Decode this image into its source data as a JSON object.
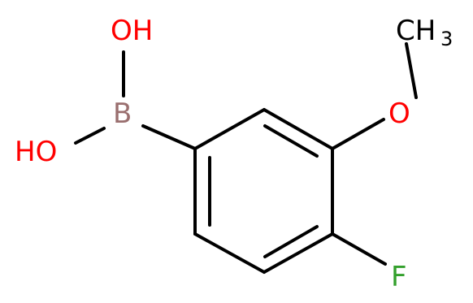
{
  "diagram": {
    "type": "skeletal-structure",
    "atoms": [
      {
        "label": "OH",
        "color": "#ff0000"
      },
      {
        "label": "HO",
        "color": "#ff0000"
      },
      {
        "label": "B",
        "color": "#9a6f6f"
      },
      {
        "label": "O",
        "color": "#ff0000"
      },
      {
        "label": "CH",
        "sub": "3",
        "color": "#000000"
      },
      {
        "label": "F",
        "color": "#33a02c"
      }
    ],
    "colors": {
      "bond": "#000000",
      "oxygen": "#ff0000",
      "boron": "#9a6f6f",
      "fluorine": "#33a02c",
      "carbon": "#000000"
    }
  }
}
